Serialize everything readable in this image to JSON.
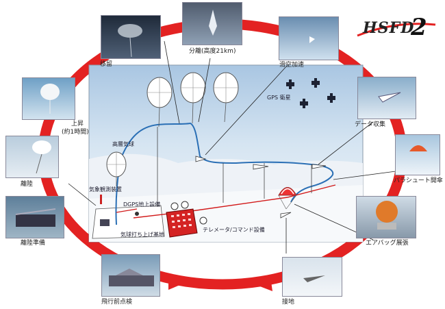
{
  "logo": {
    "text": "HSFD",
    "number": "2"
  },
  "cycle_labels": {
    "ascent": "上昇",
    "ascent_duration": "(約1時間)",
    "loiter": "移留",
    "separation": "分離(高度21km)",
    "free_fall": "滑空加速",
    "data_collection": "データ収集",
    "parachute": "パラシュート開傘",
    "airbag": "エアバッグ展張",
    "landing": "接地",
    "preflight": "飛行前点検",
    "launch_prep": "離陸準備",
    "liftoff": "離陸"
  },
  "scene_labels": {
    "gps_sat": "GPS 衛星",
    "high_balloon": "高層気球",
    "weather_obs": "気象観測装置",
    "dgps": "DGPS地上設備",
    "launch_base": "気球打ち上げ基地",
    "telemetry": "テレメータ/コマンド設備"
  },
  "colors": {
    "ring": "#e32222",
    "sky_top": "#b7cfe6",
    "ground": "#eef3f8",
    "trajectory": "#2a6fb5",
    "link": "#d21a1a"
  }
}
